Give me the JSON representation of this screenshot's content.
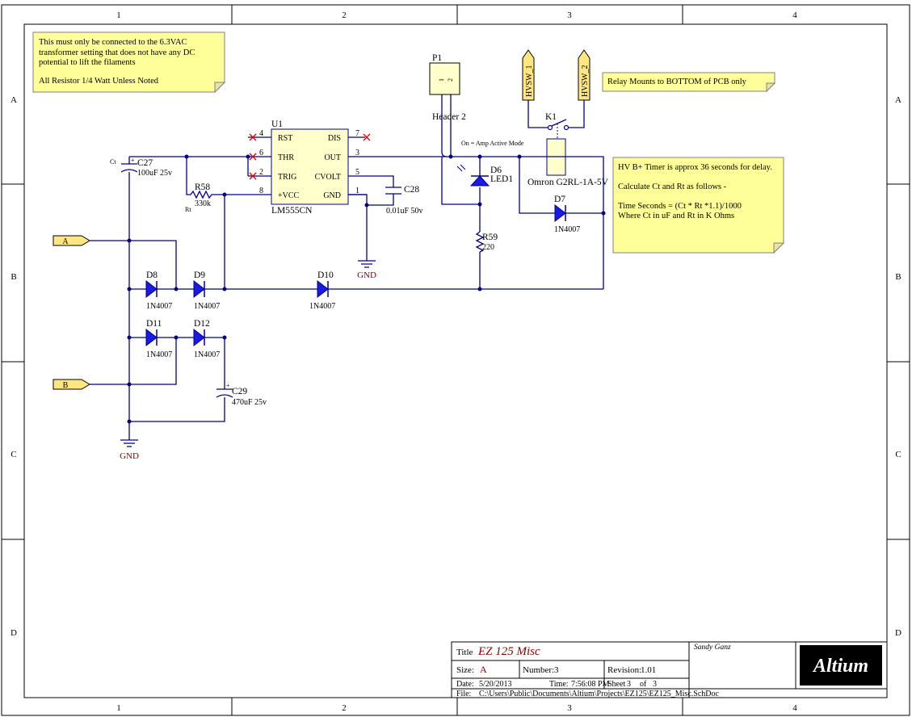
{
  "frame": {
    "col_labels": [
      "1",
      "2",
      "3",
      "4"
    ],
    "row_labels": [
      "A",
      "B",
      "C",
      "D"
    ]
  },
  "notes": {
    "filament_l1": "This must only be connected to the 6.3VAC",
    "filament_l2": "transformer setting that does not have any DC",
    "filament_l3": "potential to lift the filaments",
    "resistor": "All Resistor 1/4 Watt Unless Noted",
    "relay_mount": "Relay Mounts to BOTTOM of PCB only",
    "timer_l1": "HV B+ Timer is approx 36 seconds for delay.",
    "timer_l2": "Calculate Ct and Rt as follows -",
    "timer_l3": "Time Seconds = (Ct * Rt *1.1)/1000",
    "timer_l4": "Where Ct in uF and Rt in K Ohms"
  },
  "components": {
    "u1": {
      "ref": "U1",
      "part": "LM555CN",
      "pins": {
        "rst": "RST",
        "thr": "THR",
        "trig": "TRIG",
        "vcc": "+VCC",
        "dis": "DIS",
        "out": "OUT",
        "cvolt": "CVOLT",
        "gnd": "GND"
      },
      "pin_nums": {
        "rst": "4",
        "thr": "6",
        "trig": "2",
        "vcc": "8",
        "dis": "7",
        "out": "3",
        "cvolt": "5",
        "gnd": "1"
      }
    },
    "c27": {
      "ref": "C27",
      "value": "100uF 25v",
      "alias": "Ct"
    },
    "r58": {
      "ref": "R58",
      "value": "330k",
      "alias": "Rt"
    },
    "c28": {
      "ref": "C28",
      "value": "0.01uF 50v"
    },
    "p1": {
      "ref": "P1",
      "name": "Header 2",
      "pin1": "1",
      "pin2": "2"
    },
    "hvsw1": "HVSW_1",
    "hvsw2": "HVSW_2",
    "k1": {
      "ref": "K1",
      "part": "Omron G2RL-1A-5V"
    },
    "amp_note": "On = Amp Active Mode",
    "d6": {
      "ref": "D6",
      "name": "LED1"
    },
    "d7": {
      "ref": "D7",
      "value": "1N4007"
    },
    "r59": {
      "ref": "R59",
      "value": "220"
    },
    "d8": {
      "ref": "D8",
      "value": "1N4007"
    },
    "d9": {
      "ref": "D9",
      "value": "1N4007"
    },
    "d10": {
      "ref": "D10",
      "value": "1N4007"
    },
    "d11": {
      "ref": "D11",
      "value": "1N4007"
    },
    "d12": {
      "ref": "D12",
      "value": "1N4007"
    },
    "c29": {
      "ref": "C29",
      "value": "470uF 25v"
    },
    "port_a": "A",
    "port_b": "B",
    "gnd": "GND"
  },
  "title_block": {
    "title_label": "Title",
    "title": "EZ 125 Misc",
    "author": "Sandy Ganz",
    "size_label": "Size:",
    "size": "A",
    "number_label": "Number:",
    "number": "3",
    "revision_label": "Revision:",
    "revision": "1.01",
    "date_label": "Date:",
    "date": "5/20/2013",
    "time_label": "Time:",
    "time": "7:56:08 PM",
    "sheet_label": "Sheet",
    "sheet": "3",
    "of_label": "of",
    "sheet_total": "3",
    "file_label": "File:",
    "file": "C:\\Users\\Public\\Documents\\Altium\\Projects\\EZ125\\EZ125_Misc.SchDoc",
    "logo": "Altium"
  },
  "colors": {
    "wire": "#00008b",
    "diode_fill": "#1a1ae6",
    "note_fill": "#ffff99",
    "port_fill": "#ffe680",
    "component_fill": "#ffffcc",
    "gnd_text": "#8b0000",
    "title_text": "#8b0000",
    "no_connect": "#e60000"
  }
}
